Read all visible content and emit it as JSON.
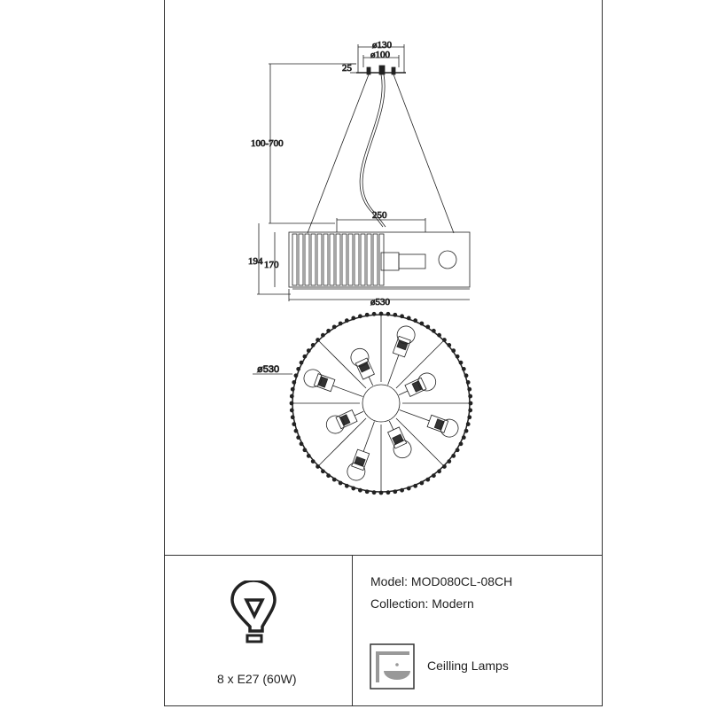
{
  "dimensions": {
    "canopy_outer": "ø130",
    "canopy_inner": "ø100",
    "canopy_height": "25",
    "suspension": "100-700",
    "top_width": "250",
    "total_height": "194",
    "body_height": "170",
    "diameter_side": "ø530",
    "diameter_top": "ø530"
  },
  "bulb_spec": "8 x E27 (60W)",
  "model": "Model: MOD080CL-08CH",
  "collection": "Collection: Modern",
  "category": "Ceilling Lamps",
  "bulb_count": 8
}
